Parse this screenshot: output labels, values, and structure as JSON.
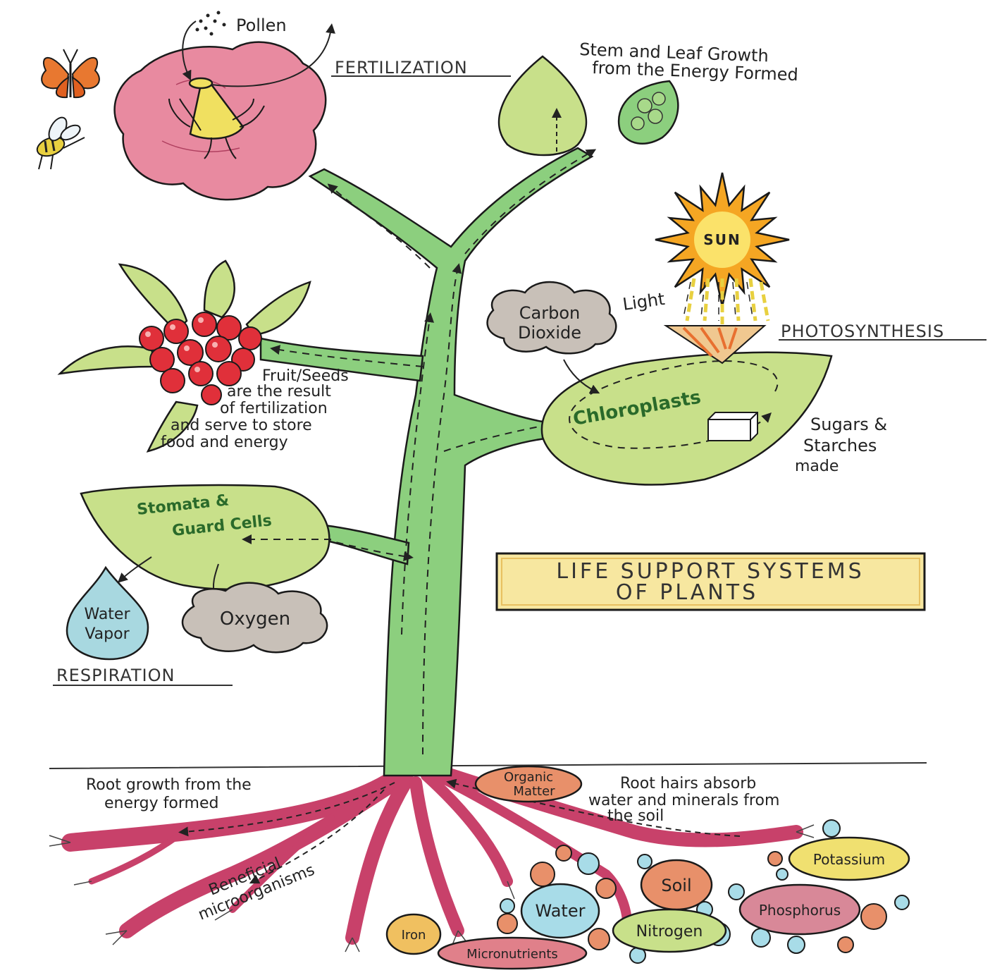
{
  "title": {
    "line1": "LIFE SUPPORT SYSTEMS",
    "line2": "OF PLANTS"
  },
  "sections": {
    "fertilization": "FERTILIZATION",
    "photosynthesis": "PHOTOSYNTHESIS",
    "respiration": "RESPIRATION"
  },
  "labels": {
    "pollen": "Pollen",
    "growth_line1": "Stem and Leaf Growth",
    "growth_line2": "from the Energy Formed",
    "sun": "SUN",
    "light": "Light",
    "co2_line1": "Carbon",
    "co2_line2": "Dioxide",
    "chloroplasts": "Chloroplasts",
    "sugars_line1": "Sugars &",
    "sugars_line2": "Starches",
    "sugars_line3": "made",
    "fruit_line1": "Fruit/Seeds",
    "fruit_line2": "are the result",
    "fruit_line3": "of fertilization",
    "fruit_line4": "and serve to store",
    "fruit_line5": "food and energy",
    "stomata_line1": "Stomata &",
    "stomata_line2": "Guard Cells",
    "water_vapor_line1": "Water",
    "water_vapor_line2": "Vapor",
    "oxygen": "Oxygen",
    "root_growth_line1": "Root growth from the",
    "root_growth_line2": "energy formed",
    "organic_line1": "Organic",
    "organic_line2": "Matter",
    "root_hairs_line1": "Root hairs absorb",
    "root_hairs_line2": "water and minerals from",
    "root_hairs_line3": "the soil",
    "microbes_line1": "Beneficial",
    "microbes_line2": "microorganisms"
  },
  "nutrients": {
    "potassium": "Potassium",
    "soil": "Soil",
    "phosphorus": "Phosphorus",
    "water": "Water",
    "nitrogen": "Nitrogen",
    "iron": "Iron",
    "micronutrients": "Micronutrients"
  },
  "colors": {
    "stem": "#8ccf7e",
    "leaf": "#c8e08a",
    "flower": "#e88aa0",
    "berry": "#e0303a",
    "root": "#d04a6a",
    "sun": "#f5a623",
    "title_box": "#f7e7a0",
    "cloud": "#c8c0b8",
    "water_drop": "#a8d8e0",
    "orange_ball": "#e8906a",
    "blue_ball": "#a8dce8",
    "yellow_ball": "#f0e070"
  },
  "icons": [
    "butterfly-icon",
    "bee-icon"
  ]
}
